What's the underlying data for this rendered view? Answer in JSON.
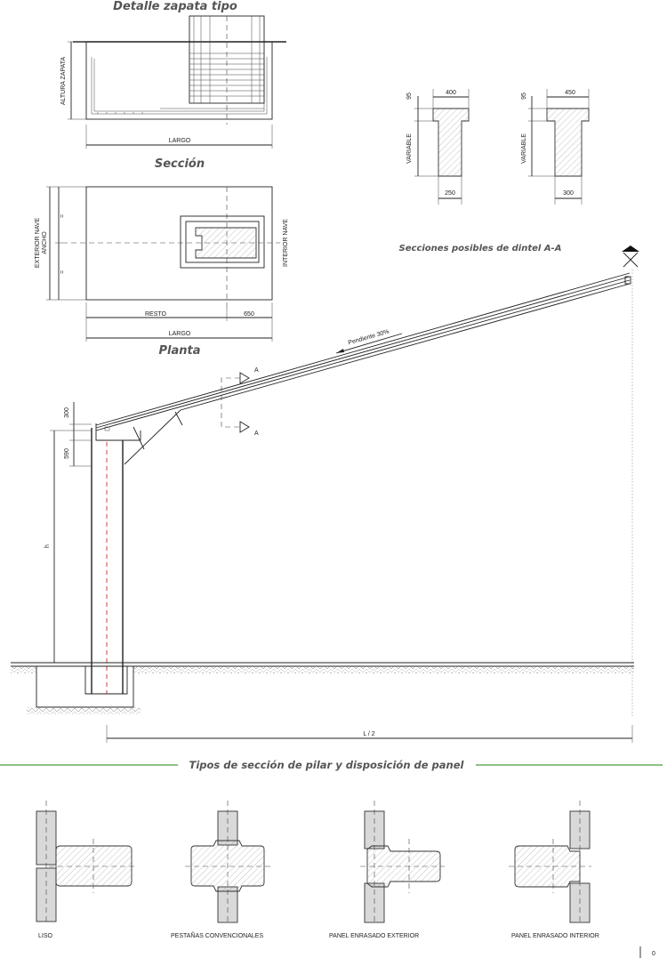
{
  "footing": {
    "title": "Detalle zapata tipo",
    "section_caption": "Sección",
    "plan_caption": "Planta",
    "height_label": "ALTURA ZAPATA",
    "length_label": "LARGO",
    "width_label": "ANCHO",
    "exterior_label": "EXTERIOR NAVE",
    "interior_label": "INTERIOR NAVE",
    "equal_mark": "=",
    "rest_label": "RESTO",
    "dim_650": "650"
  },
  "lintel": {
    "caption": "Secciones posibles de dintel A-A",
    "variable_label": "VARIABLE",
    "s1_flange_height": "95",
    "s1_top_width": "400",
    "s1_web_width": "250",
    "s2_flange_height": "95",
    "s2_top_width": "450",
    "s2_web_width": "300"
  },
  "frame": {
    "slope_label": "Pendiente 30%",
    "cut_label_top": "A",
    "cut_label_bottom": "A",
    "dim_300": "300",
    "dim_590": "590",
    "height_label": "h",
    "span_label": "L / 2"
  },
  "pillar_types": {
    "title": "Tipos de sección de pilar y disposición de panel",
    "labels": [
      "LISO",
      "PESTAÑAS CONVENCIONALES",
      "PANEL ENRASADO EXTERIOR",
      "PANEL ENRASADO INTERIOR"
    ]
  },
  "page_number": "0",
  "colors": {
    "accent_green": "#4a9a3a",
    "axis_red": "#d42b2b",
    "caption_gray": "#555555"
  }
}
